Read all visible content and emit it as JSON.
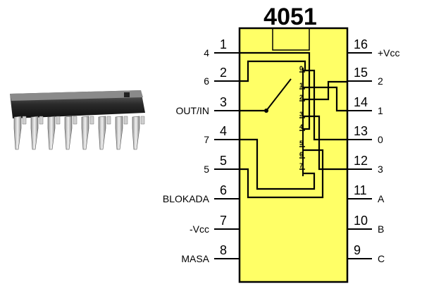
{
  "chip": {
    "title": "4051",
    "body_color": "#ffff66",
    "wire_color": "#000000"
  },
  "left_pins": [
    {
      "num": "1",
      "label": "4"
    },
    {
      "num": "2",
      "label": "6"
    },
    {
      "num": "3",
      "label": "OUT/IN"
    },
    {
      "num": "4",
      "label": "7"
    },
    {
      "num": "5",
      "label": "5"
    },
    {
      "num": "6",
      "label": "BLOKADA"
    },
    {
      "num": "7",
      "label": "-Vcc"
    },
    {
      "num": "8",
      "label": "MASA"
    }
  ],
  "right_pins": [
    {
      "num": "16",
      "label": "+Vcc"
    },
    {
      "num": "15",
      "label": "2"
    },
    {
      "num": "14",
      "label": "1"
    },
    {
      "num": "13",
      "label": "0"
    },
    {
      "num": "12",
      "label": "3"
    },
    {
      "num": "11",
      "label": "A"
    },
    {
      "num": "10",
      "label": "B"
    },
    {
      "num": "9",
      "label": "C"
    }
  ],
  "switch_channels": [
    "0",
    "1",
    "2",
    "3",
    "4",
    "5",
    "6",
    "7"
  ]
}
